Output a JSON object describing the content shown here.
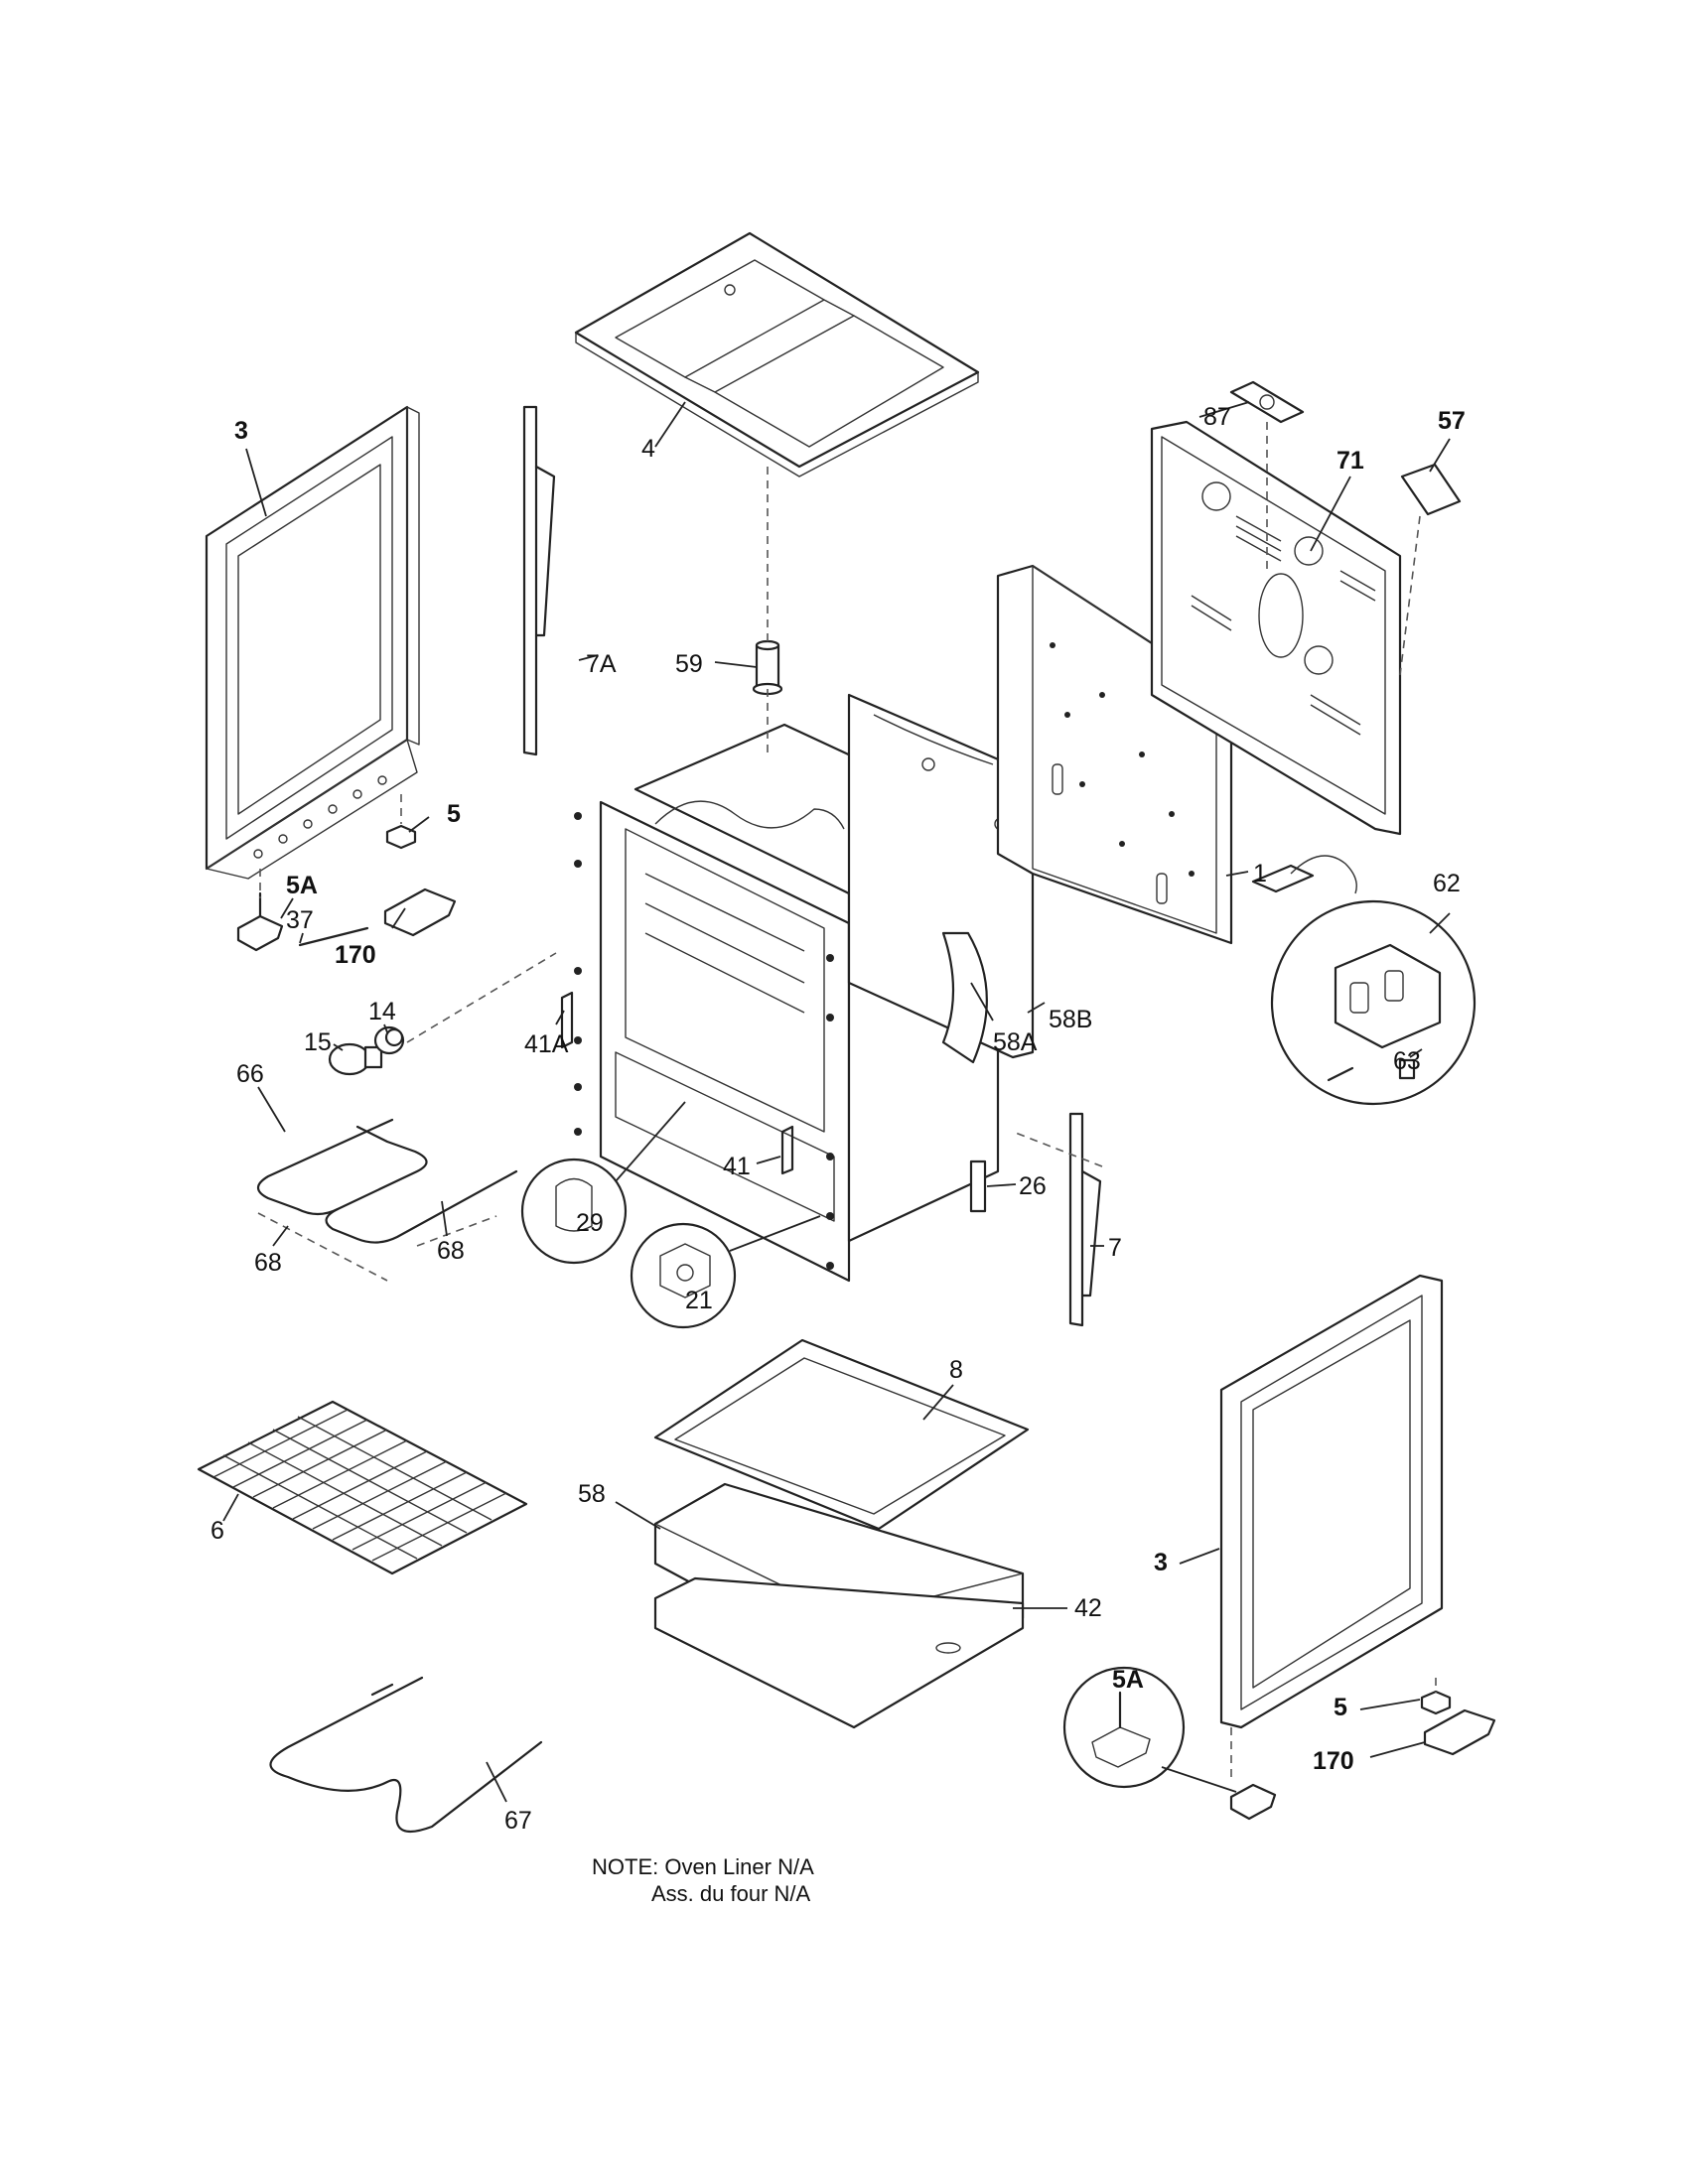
{
  "callouts": {
    "c3a": "3",
    "c4": "4",
    "c87": "87",
    "c57": "57",
    "c71": "71",
    "c7a": "7A",
    "c59": "59",
    "c5a": "5",
    "c1": "1",
    "c62": "62",
    "c5aa": "5A",
    "c37": "37",
    "c170a": "170",
    "c15": "15",
    "c14": "14",
    "c41a": "41A",
    "c58a": "58A",
    "c58b": "58B",
    "c63": "63",
    "c66": "66",
    "c41": "41",
    "c26": "26",
    "c29": "29",
    "c7": "7",
    "c68a": "68",
    "c68b": "68",
    "c21": "21",
    "c8": "8",
    "c6": "6",
    "c58": "58",
    "c42": "42",
    "c3b": "3",
    "c5ab": "5A",
    "c5b": "5",
    "c170b": "170",
    "c67": "67"
  },
  "note": {
    "line1": "NOTE: Oven Liner N/A",
    "line2": "Ass. du four N/A"
  }
}
